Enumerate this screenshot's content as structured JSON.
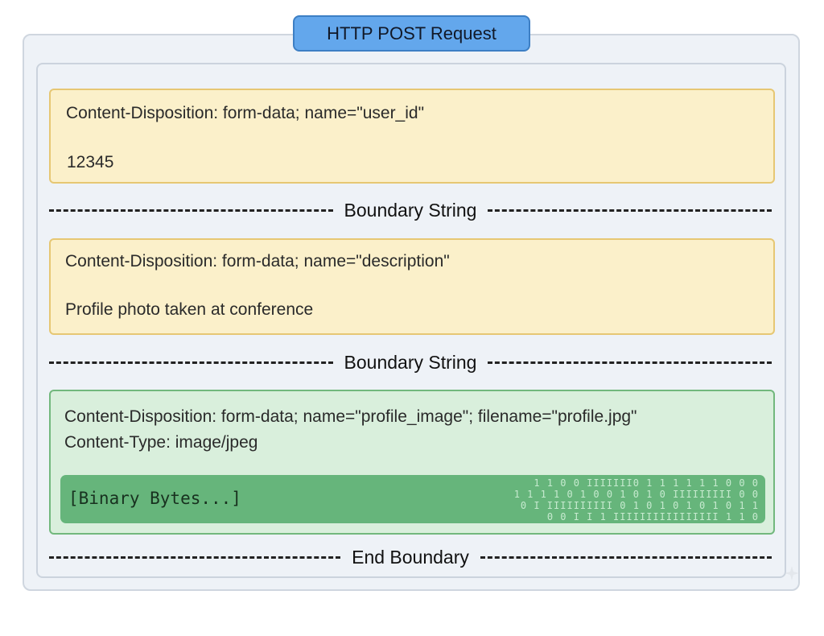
{
  "title": "HTTP POST Request",
  "parts": [
    {
      "header": "Content-Disposition: form-data; name=\"user_id\"",
      "value": "12345"
    },
    {
      "header": "Content-Disposition: form-data; name=\"description\"",
      "value": "Profile photo taken at conference"
    },
    {
      "header": "Content-Disposition: form-data; name=\"profile_image\"; filename=\"profile.jpg\"",
      "content_type": "Content-Type: image/jpeg",
      "binary_label": "[Binary Bytes...]"
    }
  ],
  "boundaries": {
    "first": "Boundary String",
    "second": "Boundary String",
    "end": "End Boundary"
  },
  "binary_stream": [
    "1 1 0 0  IIIIIII0 1 1 1 1 1 1 0 0 0",
    "1 1 1 1 0 1 0 0 1 0 1 0  IIIIIIIII 0 0",
    "0   I   IIIIIIIIII 0 1 0 1 0 1 0 1 0 1 1",
    "0 0  I I 1  IIIIIIIIIIIIIIII 1 1 0"
  ],
  "colors": {
    "title_blue": "#63a7ec",
    "text_part_fill": "#fbf0ca",
    "file_part_fill": "#d9efdc",
    "binary_fill": "#66b57b"
  },
  "icons": {
    "corner": "sparkle-icon"
  }
}
